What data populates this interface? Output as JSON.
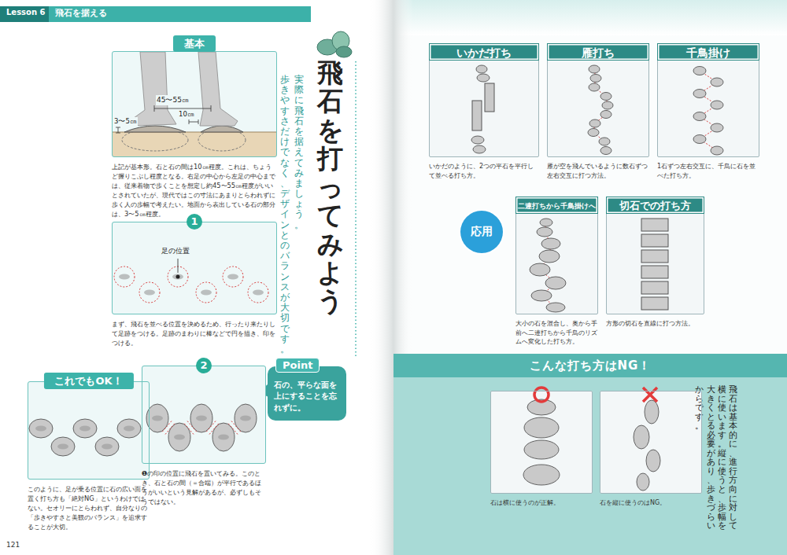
{
  "diagram": {
    "title": "飛石を打ってみよう",
    "nodes": [
      {
        "text": [
          "基本",
          "上記が基本形。石と石の間は10㎝程度。これは、ちょうど握りこぶし程度となる。右足の中心から左足の中心までは、従来着物で歩くことを想定し約45〜55㎝程度がいいとされていたが、現代ではこの寸法にあまりとらわれずに歩く人の歩幅で考えたい。地面から表出している石の部分は、3〜5㎝程度。"
        ]
      },
      {
        "text": [
          "1",
          "まず、飛石を並べる位置を決めるため、行ったり来たりして足跡をつける。足跡のまわりに棒などで円を描き、印をつける。"
        ]
      },
      {
        "text": [
          "これでもOK！",
          "このように、足が乗る位置に石の広い面を置く打ち方も「絶対NG」というわけではない。セオリーにとらわれず、自分なりの「歩きやすさと美観のバランス」を追求することが大切。"
        ]
      },
      {
        "text": [
          "2",
          "❶の印の位置に飛石を置いてみる。このとき、石と石の間（＝合端）が平行であるほうがいいという見解があるが、必ずしもそうではない。"
        ]
      },
      {
        "text": [
          "Point",
          "石の、平らな面を上にすることを忘れずに。"
        ]
      },
      {
        "text": [
          "いかだ打ち",
          "いかだのように、2つの平石を平行して並べる打ち方。"
        ]
      },
      {
        "text": [
          "雁打ち",
          "雁が空を飛んでいるように数石ずつ左右交互に打つ方法。"
        ]
      },
      {
        "text": [
          "千鳥掛け",
          "1石ずつ左右交互に、千鳥に石を並べた打ち方。"
        ]
      },
      {
        "text": [
          "応用"
        ]
      },
      {
        "text": [
          "二連打ちから千鳥掛けへ",
          "大小の石を混合し、奥から手前へ二連打ちから千鳥のリズムへ変化した打ち方。"
        ]
      },
      {
        "text": [
          "切石での打ち方",
          "方形の切石を直線に打つ方法。"
        ]
      },
      {
        "text": [
          "こんな打ち方はNG！",
          "飛石は基本的に、進行方向に対して横に使います。縦に使うと、歩幅を大きくとる必要があり、歩きづらいからです。"
        ]
      },
      {
        "text": [
          "石は横に使うのが正解。"
        ],
        "in": 11
      },
      {
        "text": [
          "石を縦に使うのはNG。"
        ],
        "in": 11
      }
    ],
    "labels": [
      "Lesson 6",
      "飛石を据える",
      "実際に飛石を据えてみましょう。",
      "歩きやすさだけでなく、デザインとのバランスが大切です。",
      "45〜55㎝",
      "10㎝",
      "3〜5㎝",
      "足の位置",
      "121"
    ]
  }
}
